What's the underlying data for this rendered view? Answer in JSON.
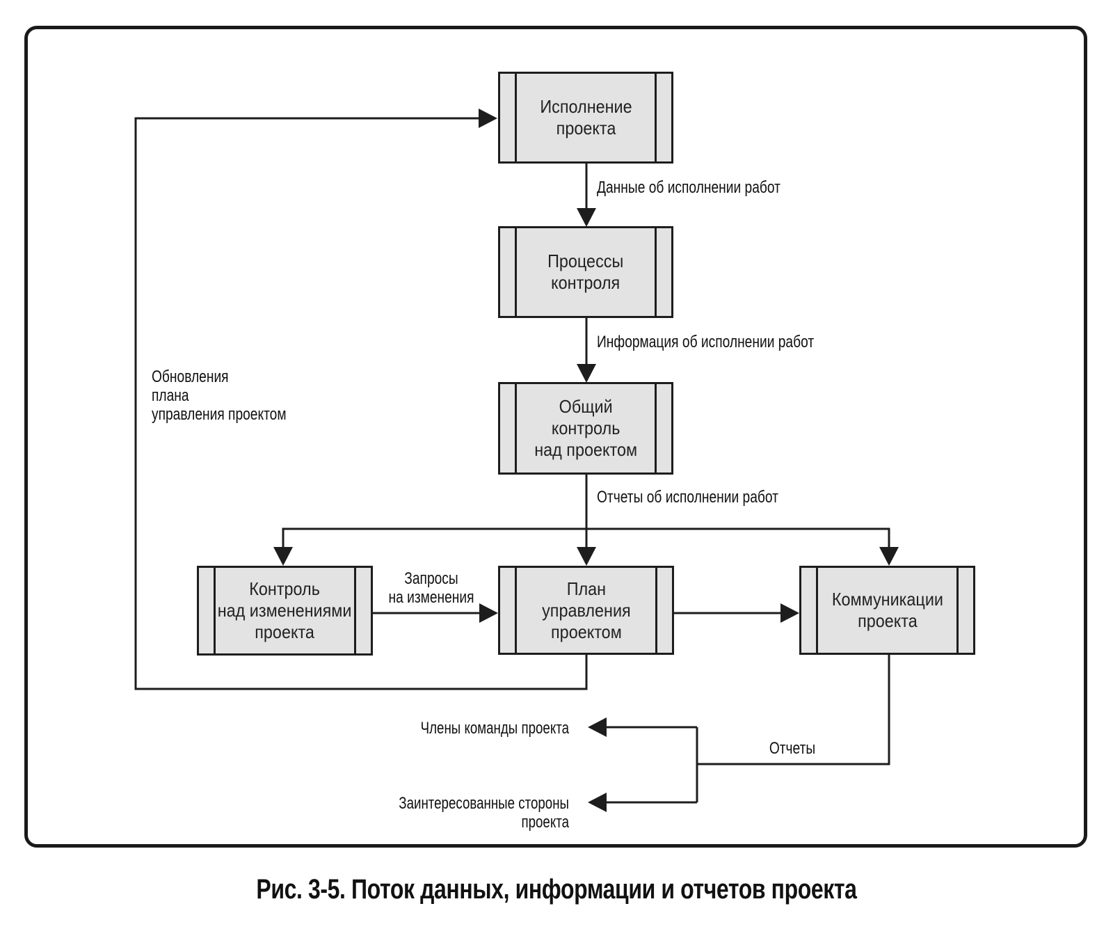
{
  "colors": {
    "box_fill": "#e3e3e3",
    "line": "#1d1d1d",
    "text": "#1a1a1a"
  },
  "nodes": {
    "execution": {
      "label": "Исполнение\nпроекта"
    },
    "control_processes": {
      "label": "Процессы\nконтроля"
    },
    "overall_control": {
      "label": "Общий\nконтроль\nнад проектом"
    },
    "change_control": {
      "label": "Контроль\nнад изменениями\nпроекта"
    },
    "management_plan": {
      "label": "План\nуправления\nпроектом"
    },
    "communications": {
      "label": "Коммуникации\nпроекта"
    }
  },
  "edge_labels": {
    "work_performance_data": "Данные об исполнении работ",
    "work_performance_info": "Информация об исполнении работ",
    "work_performance_reports": "Отчеты об исполнении работ",
    "change_requests": "Запросы\nна изменения",
    "plan_updates": "Обновления\nплана\nуправления проектом",
    "reports": "Отчеты"
  },
  "recipients": {
    "team_members": "Члены команды проекта",
    "stakeholders": "Заинтересованные стороны проекта"
  },
  "caption": "Рис. 3-5. Поток данных, информации и отчетов проекта"
}
